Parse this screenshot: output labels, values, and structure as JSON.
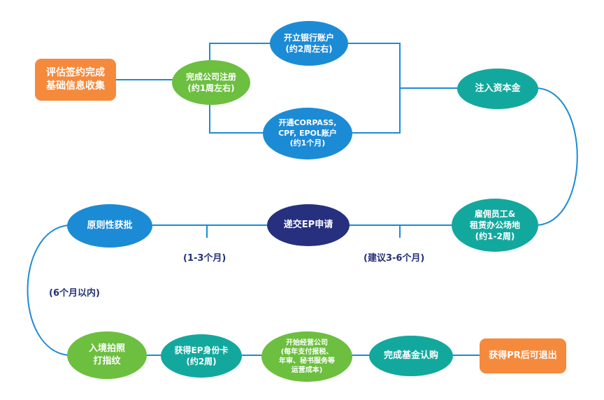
{
  "nodes": {
    "assessment": "评估签约完成\n基础信息收集",
    "register_company": "完成公司注册\n(约1周左右)",
    "open_bank": "开立银行账户\n(约2周左右)",
    "open_corpass": "开通CORPASS,\nCPF, EPOL账户\n(约1个月)",
    "inject_capital": "注入资本金",
    "hire_staff": "雇佣员工&\n租赁办公场地\n(约1-2周)",
    "submit_ep": "递交EP申请",
    "approval": "原则性获批",
    "entry_fingerprint": "入境拍照\n打指纹",
    "ep_card": "获得EP身份卡\n(约2周)",
    "start_operation": "开始经营公司\n(每年支付报税、\n年审、秘书服务等\n运营成本)",
    "fund_subscription": "完成基金认购",
    "pr_exit": "获得PR后可退出"
  },
  "notes": {
    "ep_duration": "(1-3个月)",
    "suggest_duration": "(建议3-6个月)",
    "within_six": "(6个月以内)"
  },
  "colors": {
    "orange": "#f58a3c",
    "green": "#6cbf3f",
    "blue": "#1c8bd6",
    "teal": "#13a89e",
    "navy": "#26307e",
    "line": "#1c8bd6",
    "note_text": "#25307a"
  }
}
